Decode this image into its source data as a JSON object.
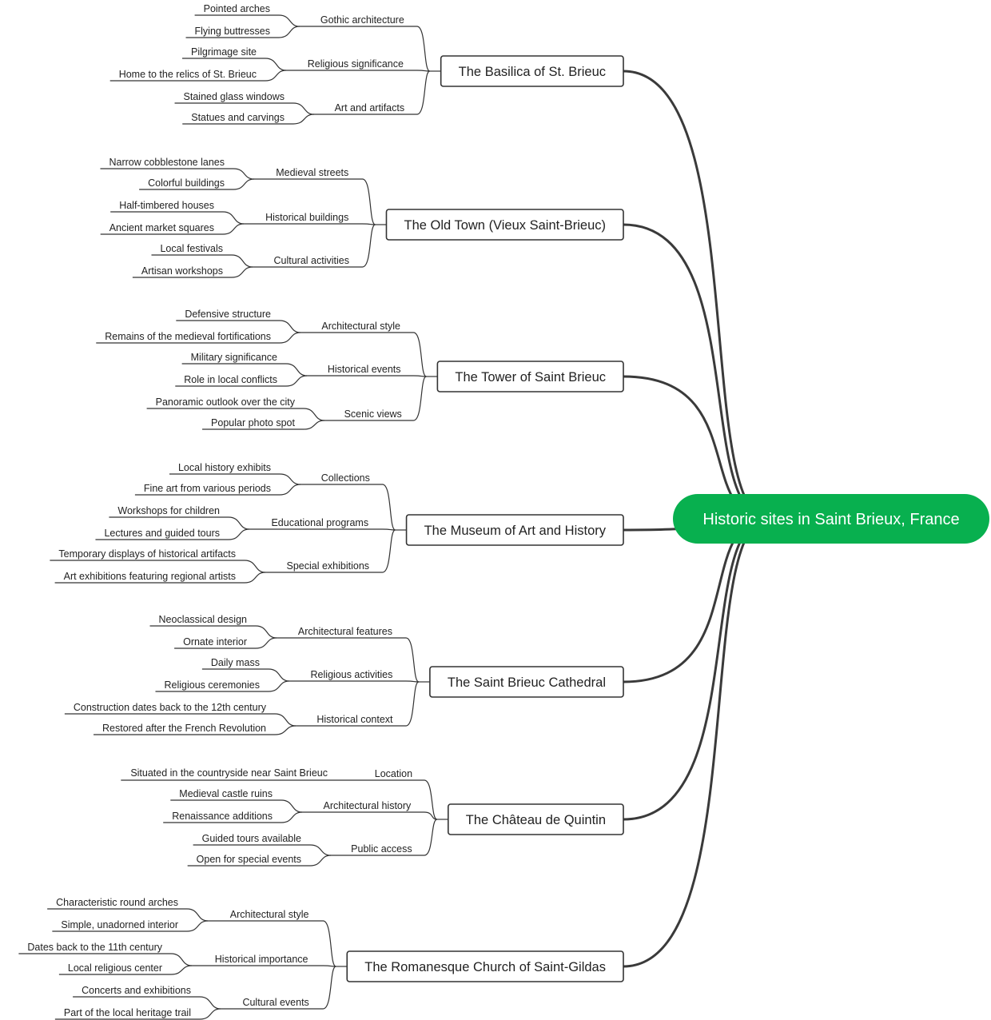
{
  "root": {
    "label": "Historic sites in Saint Brieux, France",
    "color": "#08b04f"
  },
  "branches": [
    {
      "label": "The Basilica of St. Brieuc",
      "subs": [
        {
          "label": "Gothic architecture",
          "leaves": [
            "Pointed arches",
            "Flying buttresses"
          ]
        },
        {
          "label": "Religious significance",
          "leaves": [
            "Pilgrimage site",
            "Home to the relics of St. Brieuc"
          ]
        },
        {
          "label": "Art and artifacts",
          "leaves": [
            "Stained glass windows",
            "Statues and carvings"
          ]
        }
      ]
    },
    {
      "label": "The Old Town (Vieux Saint-Brieuc)",
      "subs": [
        {
          "label": "Medieval streets",
          "leaves": [
            "Narrow cobblestone lanes",
            "Colorful buildings"
          ]
        },
        {
          "label": "Historical buildings",
          "leaves": [
            "Half-timbered houses",
            "Ancient market squares"
          ]
        },
        {
          "label": "Cultural activities",
          "leaves": [
            "Local festivals",
            "Artisan workshops"
          ]
        }
      ]
    },
    {
      "label": "The Tower of Saint Brieuc",
      "subs": [
        {
          "label": "Architectural style",
          "leaves": [
            "Defensive structure",
            "Remains of the medieval fortifications"
          ]
        },
        {
          "label": "Historical events",
          "leaves": [
            "Military significance",
            "Role in local conflicts"
          ]
        },
        {
          "label": "Scenic views",
          "leaves": [
            "Panoramic outlook over the city",
            "Popular photo spot"
          ]
        }
      ]
    },
    {
      "label": "The Museum of Art and History",
      "subs": [
        {
          "label": "Collections",
          "leaves": [
            "Local history exhibits",
            "Fine art from various periods"
          ]
        },
        {
          "label": "Educational programs",
          "leaves": [
            "Workshops for children",
            "Lectures and guided tours"
          ]
        },
        {
          "label": "Special exhibitions",
          "leaves": [
            "Temporary displays of historical artifacts",
            "Art exhibitions featuring regional artists"
          ]
        }
      ]
    },
    {
      "label": "The Saint Brieuc Cathedral",
      "subs": [
        {
          "label": "Architectural features",
          "leaves": [
            "Neoclassical design",
            "Ornate interior"
          ]
        },
        {
          "label": "Religious activities",
          "leaves": [
            "Daily mass",
            "Religious ceremonies"
          ]
        },
        {
          "label": "Historical context",
          "leaves": [
            "Construction dates back to the 12th century",
            "Restored after the French Revolution"
          ]
        }
      ]
    },
    {
      "label": "The Château de Quintin",
      "subs": [
        {
          "label": "Location",
          "leaves": [
            "Situated in the countryside near Saint Brieuc"
          ]
        },
        {
          "label": "Architectural history",
          "leaves": [
            "Medieval castle ruins",
            "Renaissance additions"
          ]
        },
        {
          "label": "Public access",
          "leaves": [
            "Guided tours available",
            "Open for special events"
          ]
        }
      ]
    },
    {
      "label": "The Romanesque Church of Saint-Gildas",
      "subs": [
        {
          "label": "Architectural style",
          "leaves": [
            "Characteristic round arches",
            "Simple, unadorned interior"
          ]
        },
        {
          "label": "Historical importance",
          "leaves": [
            "Dates back to the 11th century",
            "Local religious center"
          ]
        },
        {
          "label": "Cultural events",
          "leaves": [
            "Concerts and exhibitions",
            "Part of the local heritage trail"
          ]
        }
      ]
    }
  ]
}
